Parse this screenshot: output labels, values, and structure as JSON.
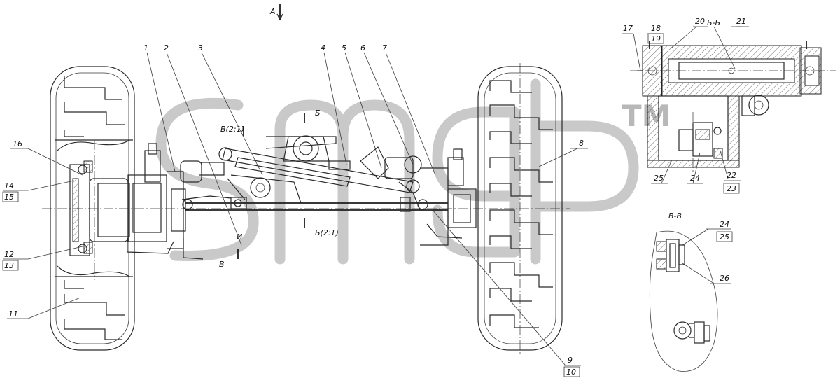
{
  "drawing": {
    "view_arrow_label": "А",
    "section_bb_title": "Б-Б",
    "section_vv_title": "В-В",
    "section_marks": {
      "v_upper": "В(2:1)",
      "b_upper": "Б",
      "b_lower": "Б(2:1)",
      "i_mark": "И",
      "v_lower": "В"
    },
    "callouts_main": [
      "1",
      "2",
      "3",
      "4",
      "5",
      "6",
      "7",
      "8"
    ],
    "callouts_left": [
      "16",
      "14",
      "15",
      "12",
      "13",
      "11"
    ],
    "callout_bottom": [
      "9",
      "10"
    ],
    "callouts_bb": [
      "17",
      "18",
      "19",
      "20",
      "21",
      "25",
      "24",
      "22",
      "23"
    ],
    "callouts_vv": [
      "24",
      "25",
      "26"
    ]
  },
  "watermark": {
    "logo": "SMG",
    "trademark": "TM"
  }
}
